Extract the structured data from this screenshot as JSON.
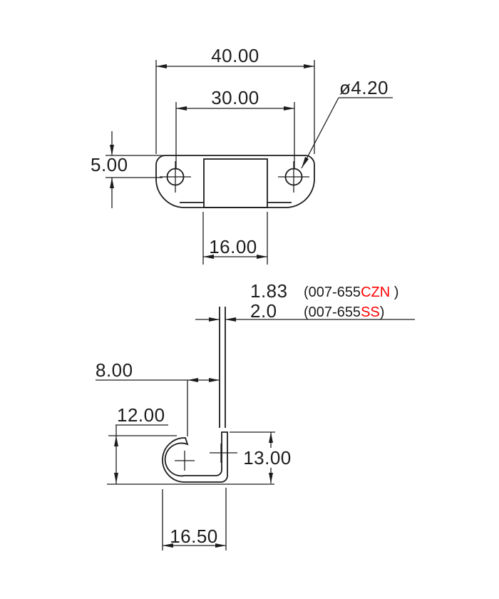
{
  "colors": {
    "line": "#1c1c1c",
    "red": "#ff0000",
    "background": "#ffffff"
  },
  "top_view": {
    "overall_width": "40.00",
    "hole_spacing": "30.00",
    "hole_edge_offset": "5.00",
    "tab_width": "16.00",
    "hole_diameter": "ø4.20"
  },
  "profile_view": {
    "thickness_czn": "1.83",
    "thickness_ss": "2.0",
    "lip_to_plate": "8.00",
    "hook_height": "12.00",
    "plate_height": "13.00",
    "hook_depth": "16.50",
    "variant_czn": {
      "prefix": "(007-655",
      "code": "CZN",
      "suffix": " )"
    },
    "variant_ss": {
      "prefix": "(007-655",
      "code": "SS",
      "suffix": ")"
    }
  }
}
